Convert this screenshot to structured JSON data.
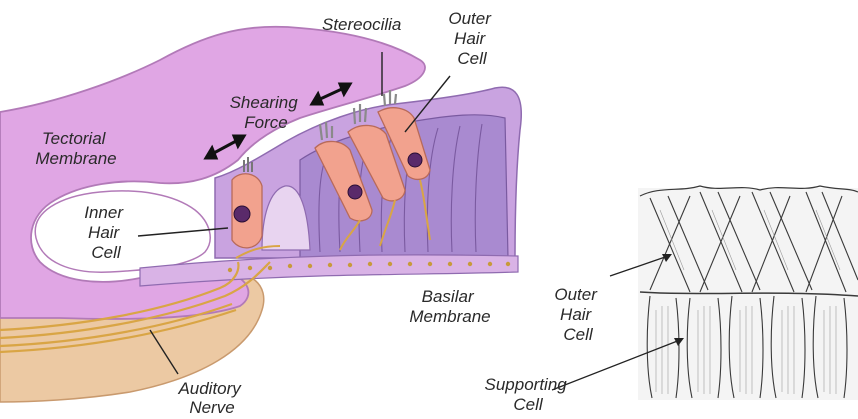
{
  "labels": {
    "stereocilia": "Stereocilia",
    "outer_hair_cell_top": [
      "Outer",
      "Hair",
      "Cell"
    ],
    "shearing_force": [
      "Shearing",
      "Force"
    ],
    "tectorial_membrane": [
      "Tectorial",
      "Membrane"
    ],
    "inner_hair_cell": [
      "Inner",
      "Hair",
      "Cell"
    ],
    "basilar_membrane": [
      "Basilar",
      "Membrane"
    ],
    "auditory_nerve": [
      "Auditory",
      "Nerve"
    ],
    "outer_hair_cell_right": [
      "Outer",
      "Hair",
      "Cell"
    ],
    "supporting_cell": [
      "Supporting",
      "Cell"
    ]
  },
  "colors": {
    "tectorial": "#e0a6e4",
    "tectorial_outline": "#b27ab8",
    "organ_body": "#b58fd6",
    "outer_cell": "#f2a28e",
    "nerve_fibers": "#e9c27a",
    "nerve_sheath": "#ecc9a3",
    "basilar": "#d9b3e6"
  }
}
